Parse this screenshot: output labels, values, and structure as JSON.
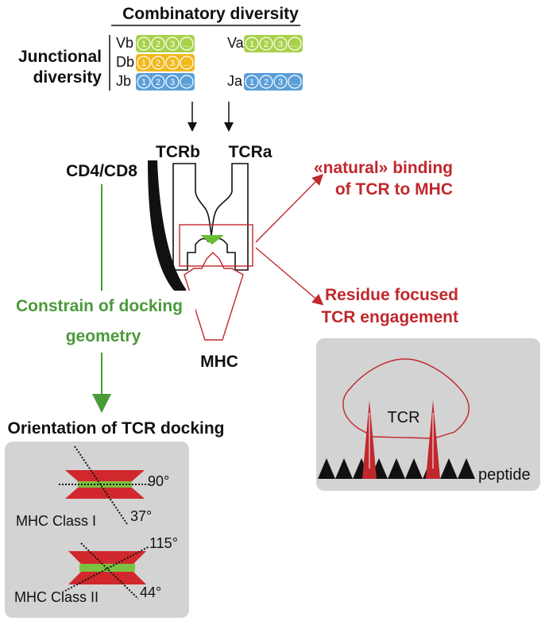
{
  "header": {
    "combinatory": "Combinatory diversity",
    "junctional_line1": "Junctional",
    "junctional_line2": "diversity"
  },
  "segments": [
    {
      "label": "Vb",
      "color": "#a8d24a"
    },
    {
      "label": "Db",
      "color": "#f2b81c"
    },
    {
      "label": "Jb",
      "color": "#5a9fd8"
    },
    {
      "label": "Va",
      "color": "#a8d24a"
    },
    {
      "label": "Ja",
      "color": "#5a9fd8"
    }
  ],
  "segment_items": [
    "1",
    "2",
    "3",
    "..."
  ],
  "chains": {
    "beta": "TCRb",
    "alpha": "TCRa"
  },
  "coreceptor": "CD4/CD8",
  "mhc_label": "MHC",
  "left_branch": {
    "line1": "Constrain of docking",
    "line2": "geometry",
    "color": "#4a9a3a"
  },
  "right_branch": {
    "natural_line1": "«natural» binding",
    "natural_line2": "of TCR to MHC",
    "residue_line1": "Residue focused",
    "residue_line2": "TCR engagement",
    "color": "#c0282d"
  },
  "orientation_title": "Orientation of TCR docking",
  "orientation": [
    {
      "name": "MHC Class I",
      "angle_top": "90°",
      "angle_bottom": "37°"
    },
    {
      "name": "MHC Class II",
      "angle_top": "115°",
      "angle_bottom": "44°"
    }
  ],
  "engagement_box": {
    "tcr": "TCR",
    "peptide": "peptide"
  }
}
